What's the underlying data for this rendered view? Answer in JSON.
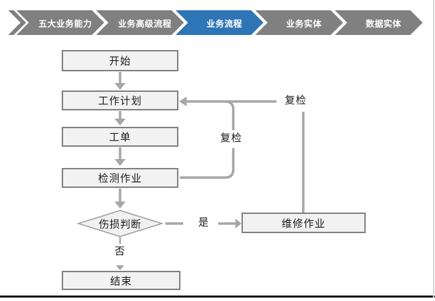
{
  "breadcrumb": {
    "items": [
      {
        "label": "五大业务能力",
        "active": false
      },
      {
        "label": "业务高级流程",
        "active": false
      },
      {
        "label": "业务流程",
        "active": true
      },
      {
        "label": "业务实体",
        "active": false
      },
      {
        "label": "数据实体",
        "active": false
      }
    ],
    "colors": {
      "inactive": "#808080",
      "active": "#2E75B6",
      "text": "#FFFFFF"
    }
  },
  "flowchart": {
    "nodes": [
      {
        "id": "start",
        "type": "process",
        "label": "开始"
      },
      {
        "id": "work-plan",
        "type": "process",
        "label": "工作计划"
      },
      {
        "id": "work-order",
        "type": "process",
        "label": "工单"
      },
      {
        "id": "inspection",
        "type": "process",
        "label": "检测作业"
      },
      {
        "id": "damage-judgment",
        "type": "decision",
        "label": "伤损判断"
      },
      {
        "id": "repair",
        "type": "process",
        "label": "维修作业"
      },
      {
        "id": "end",
        "type": "process",
        "label": "结束"
      }
    ],
    "edges": [
      {
        "from": "start",
        "to": "work-plan",
        "label": ""
      },
      {
        "from": "work-plan",
        "to": "work-order",
        "label": ""
      },
      {
        "from": "work-order",
        "to": "inspection",
        "label": ""
      },
      {
        "from": "inspection",
        "to": "damage-judgment",
        "label": ""
      },
      {
        "from": "damage-judgment",
        "to": "repair",
        "label": "是"
      },
      {
        "from": "damage-judgment",
        "to": "end",
        "label": "否"
      },
      {
        "from": "inspection",
        "to": "work-plan",
        "label": "复检"
      },
      {
        "from": "repair",
        "to": "work-plan",
        "label": "复检"
      }
    ],
    "labels": {
      "yes": "是",
      "no": "否",
      "recheck_inner": "复检",
      "recheck_outer": "复检"
    },
    "colors": {
      "node_fill": "#F2F2F2",
      "node_border": "#7F7F7F",
      "connector": "#A6A6A6",
      "text": "#1A1A1A"
    }
  }
}
